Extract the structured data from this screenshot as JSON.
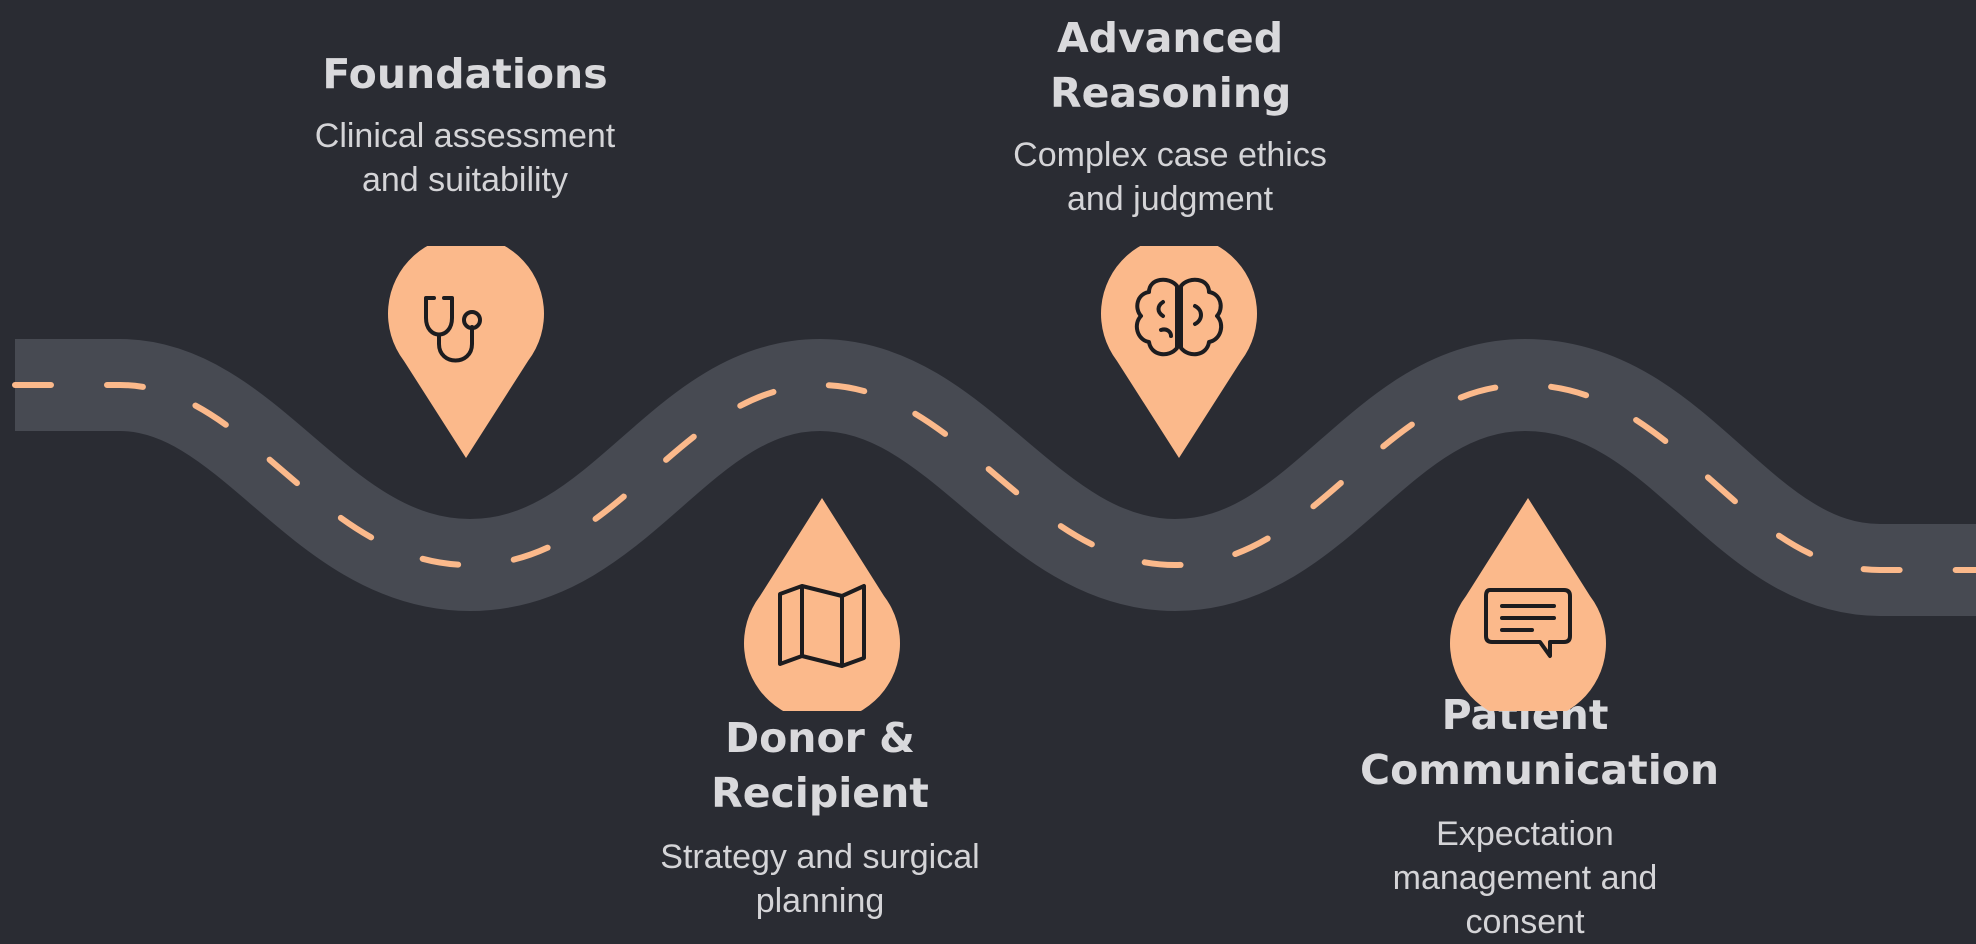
{
  "colors": {
    "background": "#2a2c33",
    "road": "#474a52",
    "dash": "#fbb98b",
    "pin": "#fbb98b",
    "icon_stroke": "#1c1c1f",
    "title_text": "#d9d9dc",
    "body_text": "#d4d4d7"
  },
  "stages": [
    {
      "title": "Foundations",
      "description": "Clinical assessment and suitability",
      "icon": "stethoscope-icon"
    },
    {
      "title": "Donor & Recipient",
      "description": "Strategy and surgical planning",
      "icon": "map-icon"
    },
    {
      "title": "Advanced Reasoning",
      "description": "Complex case ethics and judgment",
      "icon": "brain-icon"
    },
    {
      "title": "Patient Communication",
      "description": "Expectation management and consent",
      "icon": "message-icon"
    }
  ]
}
